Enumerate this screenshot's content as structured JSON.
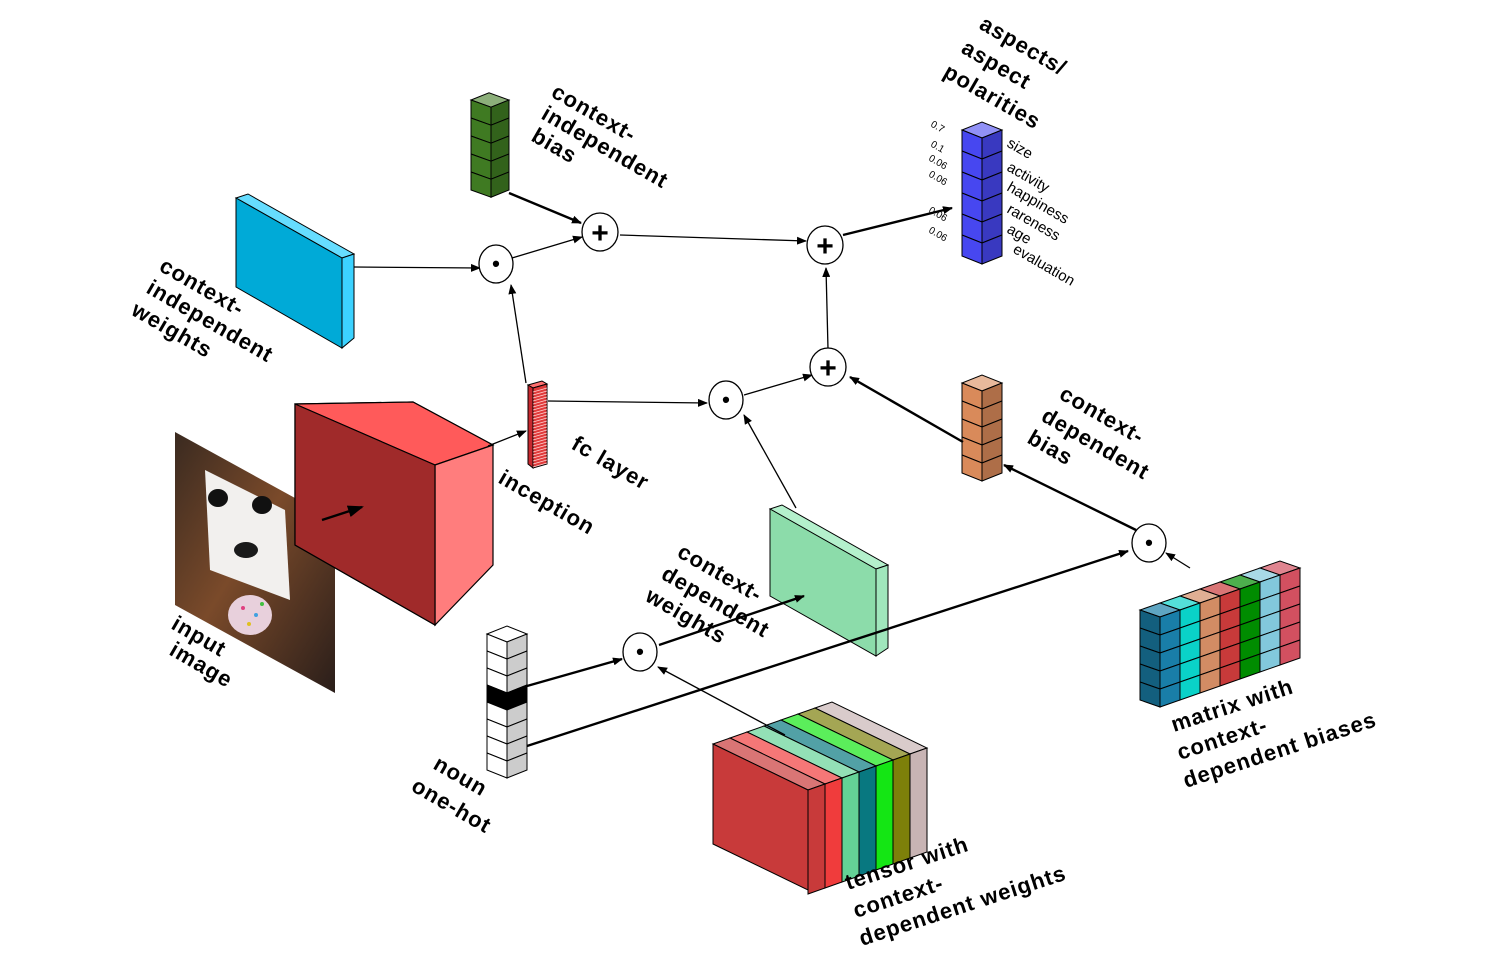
{
  "labels": {
    "input_image": [
      "input",
      "image"
    ],
    "inception": "inception",
    "fc_layer": "fc layer",
    "ci_weights": [
      "context-",
      "independent",
      "weights"
    ],
    "ci_bias": [
      "context-",
      "independent",
      "bias"
    ],
    "aspects": [
      "aspects/",
      "aspect",
      "polarities"
    ],
    "cd_bias": [
      "context-",
      "dependent",
      "bias"
    ],
    "cd_weights": [
      "context-",
      "dependent",
      "weights"
    ],
    "noun": [
      "noun",
      "one-hot"
    ],
    "tensor": [
      "tensor with",
      "context-",
      "dependent weights"
    ],
    "matrix": [
      "matrix with",
      "context-",
      "dependent biases"
    ]
  },
  "output_bars": [
    {
      "label": "size",
      "value": "0.7"
    },
    {
      "label": "activity",
      "value": "0.1"
    },
    {
      "label": "happiness",
      "value": "0.06"
    },
    {
      "label": "rareness",
      "value": "0.06"
    },
    {
      "label": "age",
      "value": "0.06"
    },
    {
      "label": "evaluation",
      "value": "0.06"
    }
  ],
  "operators": {
    "dot": "•",
    "plus": "+"
  },
  "colors": {
    "ci_weights": "#00aad7",
    "ci_bias": "#3f7a22",
    "output": "#4747f0",
    "inception": "#c83a3a",
    "fc": "#c8282e",
    "cd_weights": "#8cdcaa",
    "cd_bias": "#d98a5a",
    "tensor_slices": [
      "#c83a3a",
      "#f03c3c",
      "#64d296",
      "#087880",
      "#14e614",
      "#7d800a",
      "#c8b4b4"
    ],
    "matrix_cols": [
      "#197ea8",
      "#0ad2c8",
      "#d28c64",
      "#c83a3a",
      "#008c00",
      "#82c8dc",
      "#d25060"
    ]
  }
}
